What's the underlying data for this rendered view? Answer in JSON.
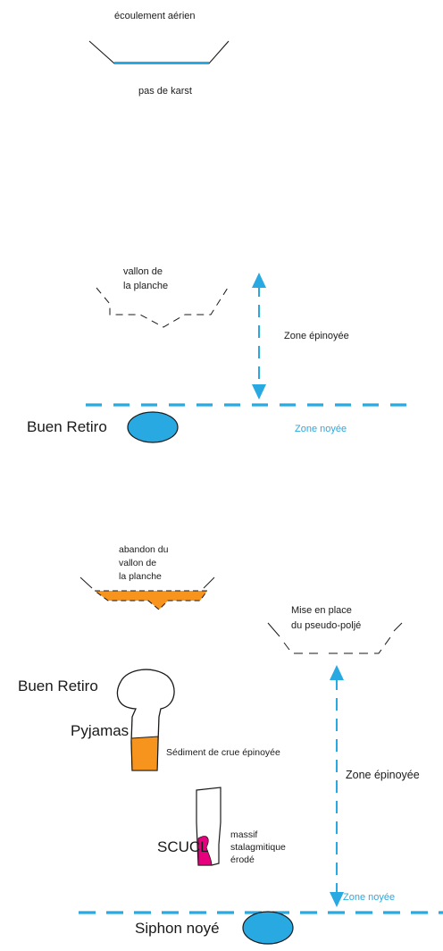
{
  "colors": {
    "blue": "#29a9e1",
    "dash": "#1a1a1a",
    "orange": "#f7941d",
    "magenta": "#e6007e",
    "cave_fill": "#ffffff"
  },
  "panel1": {
    "top_label": "écoulement aérien",
    "bottom_label": "pas de karst"
  },
  "panel2": {
    "valley_label_line1": "vallon de",
    "valley_label_line2": "la planche",
    "zone_epinoyee": "Zone épinoyée",
    "zone_noyee": "Zone noyée",
    "cave_label": "Buen Retiro"
  },
  "panel3": {
    "abandon_line1": "abandon du",
    "abandon_line2": "vallon de",
    "abandon_line3": "la planche",
    "polje_line1": "Mise en place",
    "polje_line2": "du pseudo-poljé",
    "cave_label": "Buen Retiro",
    "pyjamas_label": "Pyjamas",
    "sediment_label": "Sédiment de crue épinoyée",
    "zone_epinoyee": "Zone épinoyée",
    "scucl_label": "SCUCL",
    "massif_line1": "massif",
    "massif_line2": "stalagmitique",
    "massif_line3": "érodé",
    "zone_noyee": "Zone noyée",
    "siphon_label": "Siphon noyé"
  }
}
